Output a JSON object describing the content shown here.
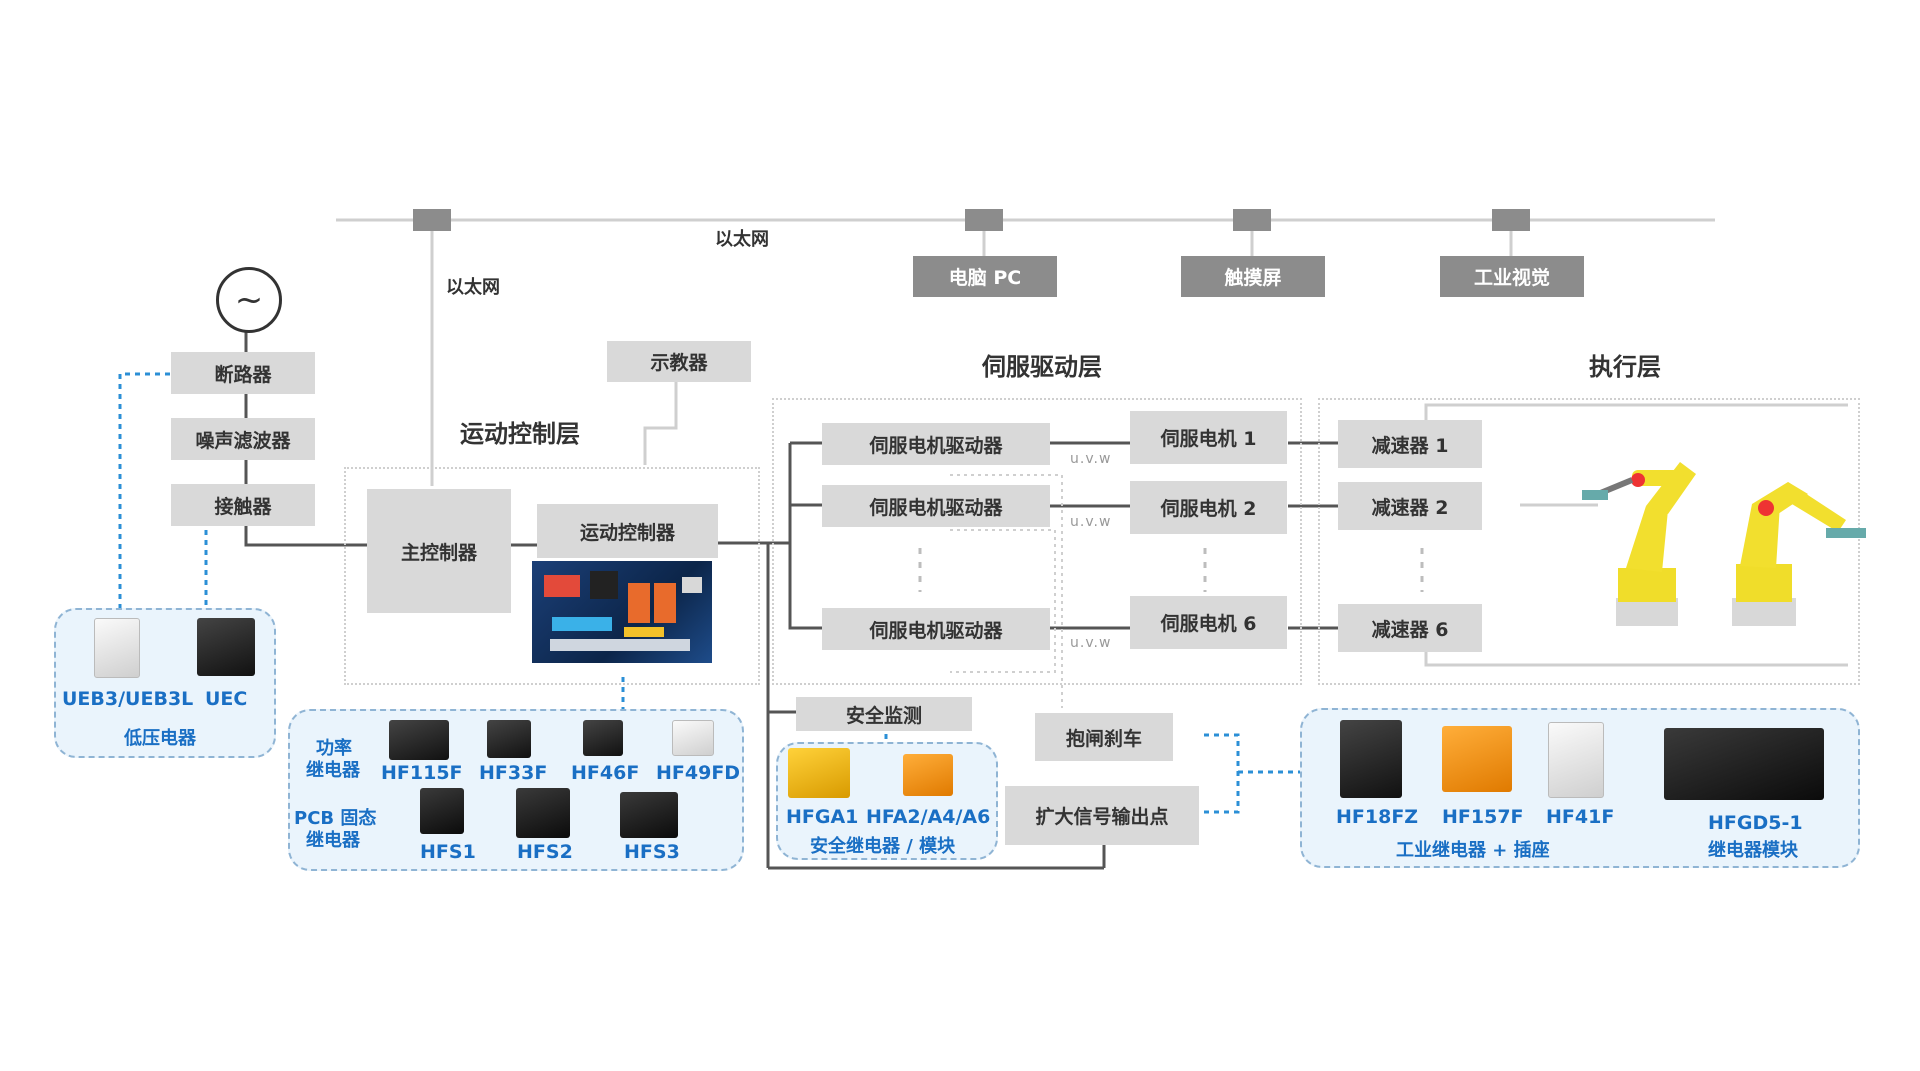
{
  "network": {
    "top_label": "以太网",
    "side_label": "以太网"
  },
  "devices": {
    "pc": "电脑 PC",
    "touch": "触摸屏",
    "vision": "工业视觉"
  },
  "layers": {
    "motion": "运动控制层",
    "servo": "伺服驱动层",
    "exec": "执行层"
  },
  "power_chain": {
    "breaker": "断路器",
    "filter": "噪声滤波器",
    "contactor": "接触器"
  },
  "motion": {
    "main_controller": "主控制器",
    "motion_controller": "运动控制器",
    "teach_pendant": "示教器"
  },
  "servo": {
    "drivers": [
      "伺服电机驱动器",
      "伺服电机驱动器",
      "伺服电机驱动器"
    ],
    "motors": [
      "伺服电机 1",
      "伺服电机 2",
      "伺服电机 6"
    ],
    "uvw": [
      "u.v.w",
      "u.v.w",
      "u.v.w"
    ]
  },
  "exec": {
    "reducers": [
      "减速器 1",
      "减速器 2",
      "减速器 6"
    ]
  },
  "safety": {
    "monitor": "安全监测",
    "brake": "抱闸刹车",
    "output": "扩大信号输出点"
  },
  "products": {
    "low_voltage": {
      "items": [
        "UEB3/UEB3L",
        "UEC"
      ],
      "title": "低压电器"
    },
    "pcb_relays": {
      "power_label_1": "功率",
      "power_label_2": "继电器",
      "power_items": [
        "HF115F",
        "HF33F",
        "HF46F",
        "HF49FD"
      ],
      "ssr_label_1": "PCB 固态",
      "ssr_label_2": "继电器",
      "ssr_items": [
        "HFS1",
        "HFS2",
        "HFS3"
      ]
    },
    "safety_relays": {
      "items": [
        "HFGA1",
        "HFA2/A4/A6"
      ],
      "title": "安全继电器 / 模块"
    },
    "industrial": {
      "items": [
        "HF18FZ",
        "HF157F",
        "HF41F"
      ],
      "title": "工业继电器 + 插座",
      "module_name": "HFGD5-1",
      "module_title": "继电器模块"
    }
  },
  "colors": {
    "box_gray": "#d9d9d9",
    "node_gray": "#8c8c8c",
    "blue_text": "#1a6fc4",
    "panel_bg": "#eaf4fc",
    "dashed_blue": "#2b8fd6",
    "wire": "#555555"
  }
}
